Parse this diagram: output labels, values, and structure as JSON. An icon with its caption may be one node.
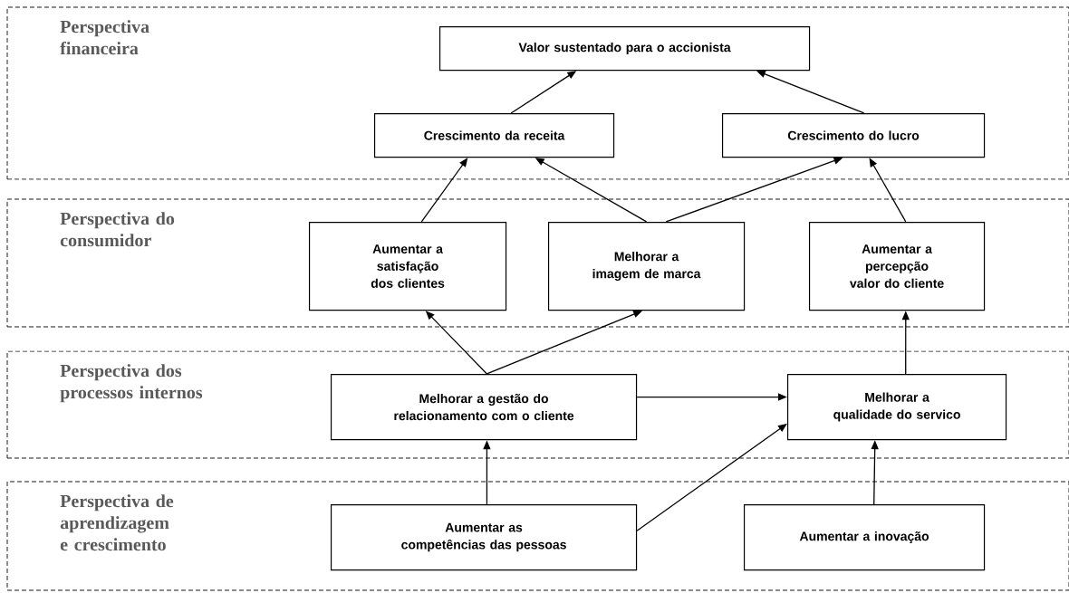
{
  "diagram": {
    "nodes": [
      {
        "text": [
          "Perspectiva financeira"
        ]
      },
      {
        "text": [
          "Valor sustentado para o accionista"
        ],
        "in": 0
      },
      {
        "text": [
          "Crescimento da receita"
        ],
        "in": 0
      },
      {
        "text": [
          "Crescimento do lucro"
        ],
        "in": 0
      },
      {
        "text": [
          "Perspectiva do consumidor"
        ]
      },
      {
        "text": [
          "Aumentar a satisfação dos clientes"
        ],
        "in": 4
      },
      {
        "text": [
          "Melhorar a imagem de marca"
        ],
        "in": 4
      },
      {
        "text": [
          "Aumentar a percepção valor do cliente"
        ],
        "in": 4
      },
      {
        "text": [
          "Perspectiva dos processos internos"
        ]
      },
      {
        "text": [
          "Melhorar a gestão do relacionamento com o cliente"
        ],
        "in": 8
      },
      {
        "text": [
          "Melhorar a qualidade do servico"
        ],
        "in": 8
      },
      {
        "text": [
          "Perspectiva de aprendizagem e crescimento"
        ]
      },
      {
        "text": [
          "Aumentar as competências das pessoas"
        ],
        "in": 11
      },
      {
        "text": [
          "Aumentar a inovação"
        ],
        "in": 11
      }
    ],
    "edges": [
      {
        "from": 2,
        "to": 1,
        "arrow": "to"
      },
      {
        "from": 3,
        "to": 1,
        "arrow": "to"
      },
      {
        "from": 5,
        "to": 2,
        "arrow": "to"
      },
      {
        "from": 6,
        "to": 2,
        "arrow": "to"
      },
      {
        "from": 6,
        "to": 3,
        "arrow": "to"
      },
      {
        "from": 7,
        "to": 3,
        "arrow": "to"
      },
      {
        "from": 9,
        "to": 5,
        "arrow": "to"
      },
      {
        "from": 9,
        "to": 6,
        "arrow": "to"
      },
      {
        "from": 9,
        "to": 10,
        "arrow": "to"
      },
      {
        "from": 10,
        "to": 7,
        "arrow": "to"
      },
      {
        "from": 12,
        "to": 9,
        "arrow": "to"
      },
      {
        "from": 12,
        "to": 10,
        "arrow": "to"
      },
      {
        "from": 13,
        "to": 10,
        "arrow": "to"
      }
    ]
  }
}
